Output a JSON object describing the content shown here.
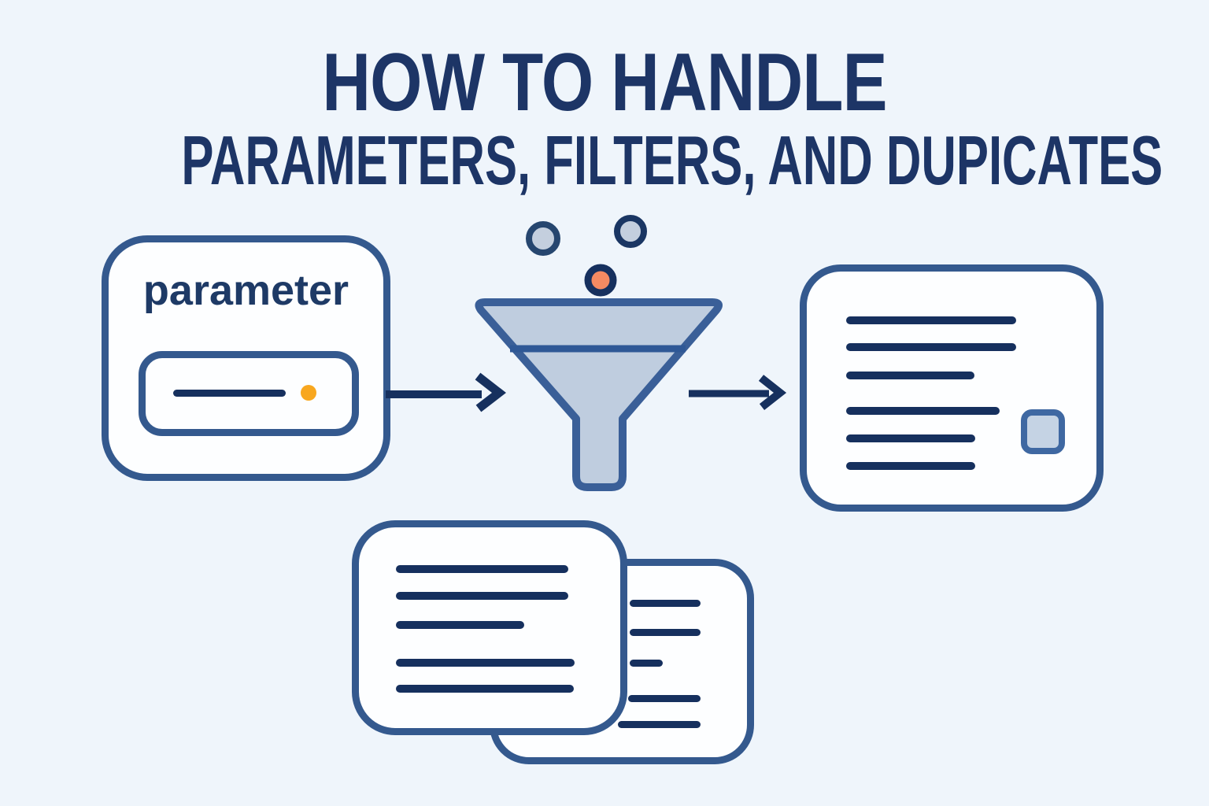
{
  "title": {
    "line1": "HOW TO HANDLE",
    "line2": "PARAMETERS, FILTERS, AND DUPICATES"
  },
  "parameter_card": {
    "label": "parameter"
  },
  "icons": {
    "funnel": "funnel-icon",
    "arrow_left": "arrow-right-icon",
    "arrow_right": "arrow-right-icon",
    "falling_dots": [
      "dot-icon",
      "dot-icon",
      "dot-icon"
    ],
    "input_cursor_dot": "dot-icon",
    "result_attachment": "square-icon"
  },
  "colors": {
    "background": "#eff5fb",
    "navy": "#16305e",
    "title_navy": "#1d3566",
    "card_border": "#34598e",
    "card_fill": "#fdfeff",
    "funnel_fill": "#bfcddf",
    "funnel_stroke": "#3a5f98",
    "funnel_divider": "#2f5896",
    "circle_fill": "#c4cfde",
    "orange": "#f58a62",
    "amber": "#f8a71f",
    "square_fill": "#c5d3e4",
    "square_border": "#3f68a2"
  }
}
